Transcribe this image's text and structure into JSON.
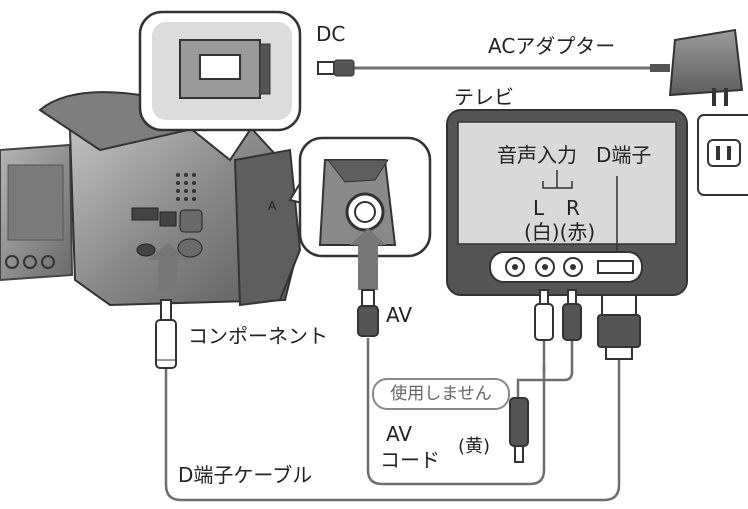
{
  "labels": {
    "dc": "DC",
    "ac_adapter": "ACアダプター",
    "tv": "テレビ",
    "audio_input": "音声入力",
    "d_terminal": "D端子",
    "left": "L",
    "right": "R",
    "white_red": "(白)(赤)",
    "av": "AV",
    "component": "コンポーネント",
    "unused": "使用しません",
    "av_cord_line1": "AV",
    "av_cord_line2": "コード",
    "yellow": "(黄)",
    "d_cable": "D端子ケーブル"
  },
  "colors": {
    "cable": "#6e6e6e",
    "tv_frame": "#555555",
    "tv_screen": "#d9d9d9",
    "camera_body": "#8c8c8c",
    "arrow": "#777777"
  },
  "icons": [
    "ac-adapter-icon",
    "wall-outlet-icon",
    "camcorder-icon",
    "rca-plug-icon",
    "d-terminal-plug-icon"
  ]
}
